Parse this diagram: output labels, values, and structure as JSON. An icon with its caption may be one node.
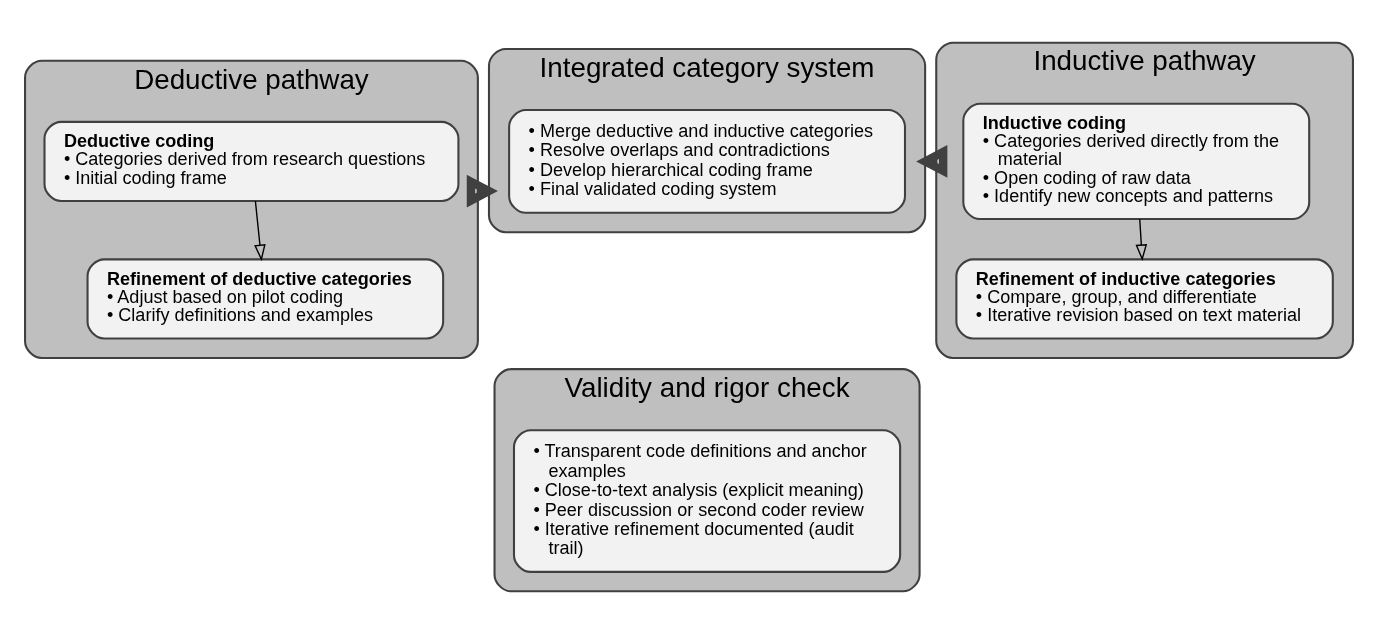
{
  "diagram": {
    "nodes": [
      {
        "text": [
          "Deductive pathway"
        ]
      },
      {
        "text": [
          "Deductive coding",
          "• Categories derived from research questions",
          "• Initial coding frame"
        ],
        "in": 0
      },
      {
        "text": [
          "Refinement of deductive categories",
          "• Adjust based on pilot coding",
          "• Clarify definitions and examples"
        ],
        "in": 0
      },
      {
        "text": [
          "Integrated category system"
        ]
      },
      {
        "text": [
          "• Merge deductive and inductive categories",
          "• Resolve overlaps and contradictions",
          "• Develop hierarchical coding frame",
          "• Final validated coding system"
        ],
        "in": 3
      },
      {
        "text": [
          "Inductive pathway"
        ]
      },
      {
        "text": [
          "Inductive coding",
          "• Categories derived directly from the material",
          "• Open coding of raw data",
          "• Identify new concepts and patterns"
        ],
        "in": 5
      },
      {
        "text": [
          "Refinement of inductive categories",
          "• Compare, group, and differentiate",
          "• Iterative revision based on text material"
        ],
        "in": 5
      },
      {
        "text": [
          "Validity and rigor check"
        ]
      },
      {
        "text": [
          "• Transparent code definitions and anchor examples",
          "• Close-to-text analysis (explicit meaning)",
          "• Peer discussion or second coder review",
          "• Iterative refinement documented (audit trail)"
        ],
        "in": 8
      }
    ],
    "edges": [
      {
        "from": 1,
        "to": 2,
        "arrow": "to"
      },
      {
        "from": 0,
        "to": 3,
        "arrow": "to",
        "style": "thick"
      },
      {
        "from": 5,
        "to": 3,
        "arrow": "to",
        "style": "thick"
      },
      {
        "from": 6,
        "to": 7,
        "arrow": "to"
      }
    ]
  }
}
